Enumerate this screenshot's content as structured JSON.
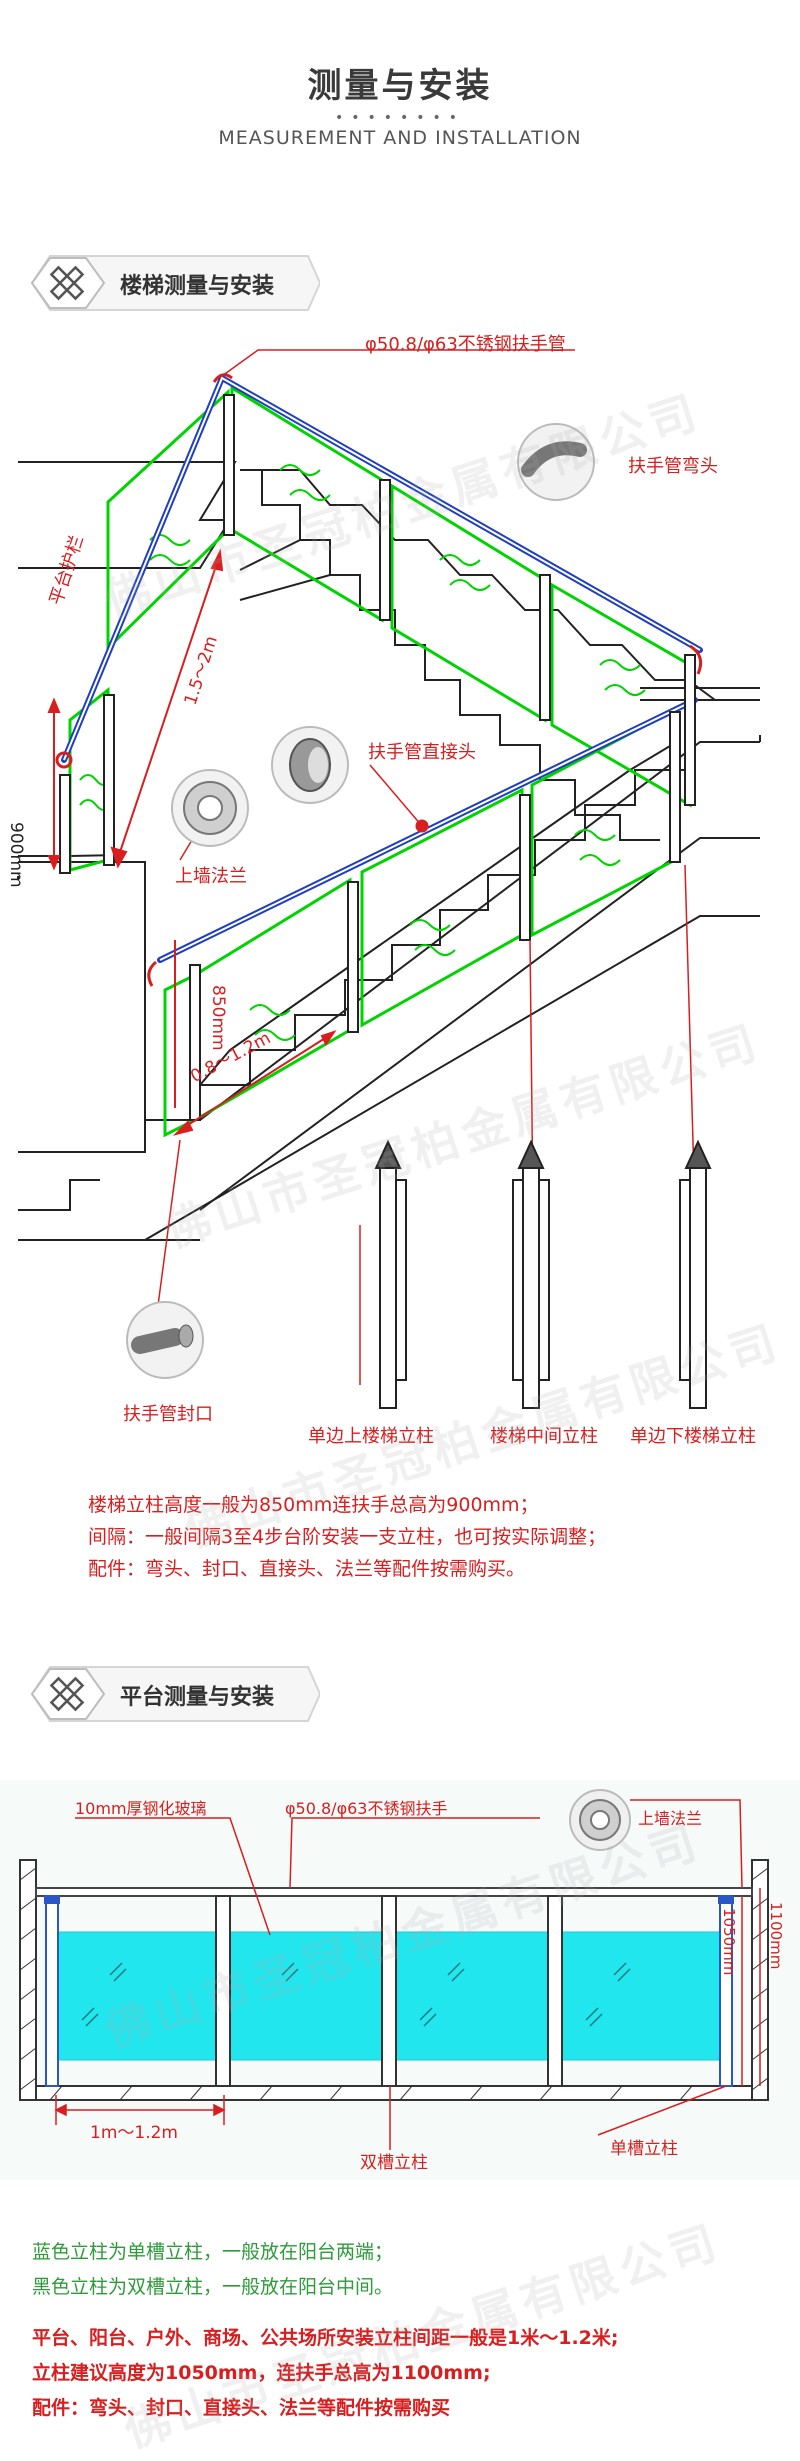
{
  "header": {
    "title": "测量与安装",
    "subtitle": "MEASUREMENT AND INSTALLATION"
  },
  "stair_section": {
    "title": "楼梯测量与安装",
    "labels": {
      "handrail_pipe": "φ50.8/φ63不锈钢扶手管",
      "elbow": "扶手管弯头",
      "platform_guard": "平台护栏",
      "length_1_5_2m": "1.5～2m",
      "height_900": "900mm",
      "straight_joint": "扶手管直接头",
      "wall_flange": "上墙法兰",
      "height_850": "850mm",
      "spacing_0_8_1_2": "0.8～1.2m",
      "end_cap": "扶手管封口",
      "post_top": "单边上楼梯立柱",
      "post_middle": "楼梯中间立柱",
      "post_bottom": "单边下楼梯立柱"
    },
    "notes": [
      "楼梯立柱高度一般为850mm连扶手总高为900mm；",
      "间隔：一般间隔3至4步台阶安装一支立柱，也可按实际调整；",
      "配件：弯头、封口、直接头、法兰等配件按需购买。"
    ]
  },
  "platform_section": {
    "title": "平台测量与安装",
    "labels": {
      "glass": "10mm厚钢化玻璃",
      "handrail": "φ50.8/φ63不锈钢扶手",
      "wall_flange": "上墙法兰",
      "height_1050": "1050mm",
      "height_1100": "1100mm",
      "spacing": "1m～1.2m",
      "double_post": "双槽立柱",
      "single_post": "单槽立柱"
    },
    "notes_green": [
      "蓝色立柱为单槽立柱，一般放在阳台两端；",
      "黑色立柱为双槽立柱，一般放在阳台中间。"
    ],
    "notes_red": [
      "平台、阳台、户外、商场、公共场所安装立柱间距一般是1米～1.2米;",
      "立柱建议高度为1050mm，连扶手总高为1100mm;",
      "配件：弯头、封口、直接头、法兰等配件按需购买"
    ]
  },
  "watermark": "佛山市圣冠柏金属有限公司",
  "colors": {
    "accent_red": "#d81e1e",
    "glass_green": "#00d400",
    "rail_blue": "#1f3fbf",
    "glass_cyan": "#22e6ee",
    "note_green": "#2e9b3a"
  }
}
